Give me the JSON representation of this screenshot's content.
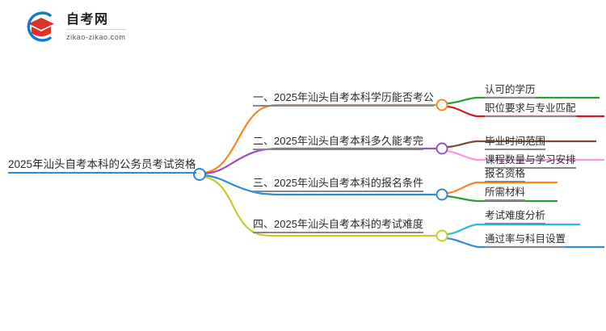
{
  "logo": {
    "name_cn": "自考网",
    "url": "zikao-zikao.com",
    "mark_icon": "graduation-cap-icon",
    "arc_color": "#1479C6",
    "cap_color": "#E03127"
  },
  "mindmap": {
    "root": {
      "label": "2025年汕头自考本科的公务员考试资格",
      "color": "#2E8BD4"
    },
    "branches": [
      {
        "label": "一、2025年汕头自考本科学历能否考公",
        "color": "#F5881F",
        "children": [
          {
            "label": "认可的学历",
            "color": "#2E9B3B"
          },
          {
            "label": "职位要求与专业匹配",
            "color": "#CB1A20"
          }
        ]
      },
      {
        "label": "二、2025年汕头自考本科多久能考完",
        "color": "#9C4FC4",
        "children": [
          {
            "label": "毕业时间范围",
            "color": "#7A4A33"
          },
          {
            "label": "课程数量与学习安排",
            "color": "#F49ADC"
          }
        ]
      },
      {
        "label": "三、2025年汕头自考本科的报名条件",
        "color": "#2E8BD4",
        "children": [
          {
            "label": "报名资格",
            "color": "#F5881F"
          },
          {
            "label": "所需材料",
            "color": "#2E9B3B"
          }
        ]
      },
      {
        "label": "四、2025年汕头自考本科的考试难度",
        "color": "#C8CC2A",
        "children": [
          {
            "label": "考试难度分析",
            "color": "#2BB8E0"
          },
          {
            "label": "通过率与科目设置",
            "color": "#2E8BD4"
          }
        ]
      }
    ]
  }
}
